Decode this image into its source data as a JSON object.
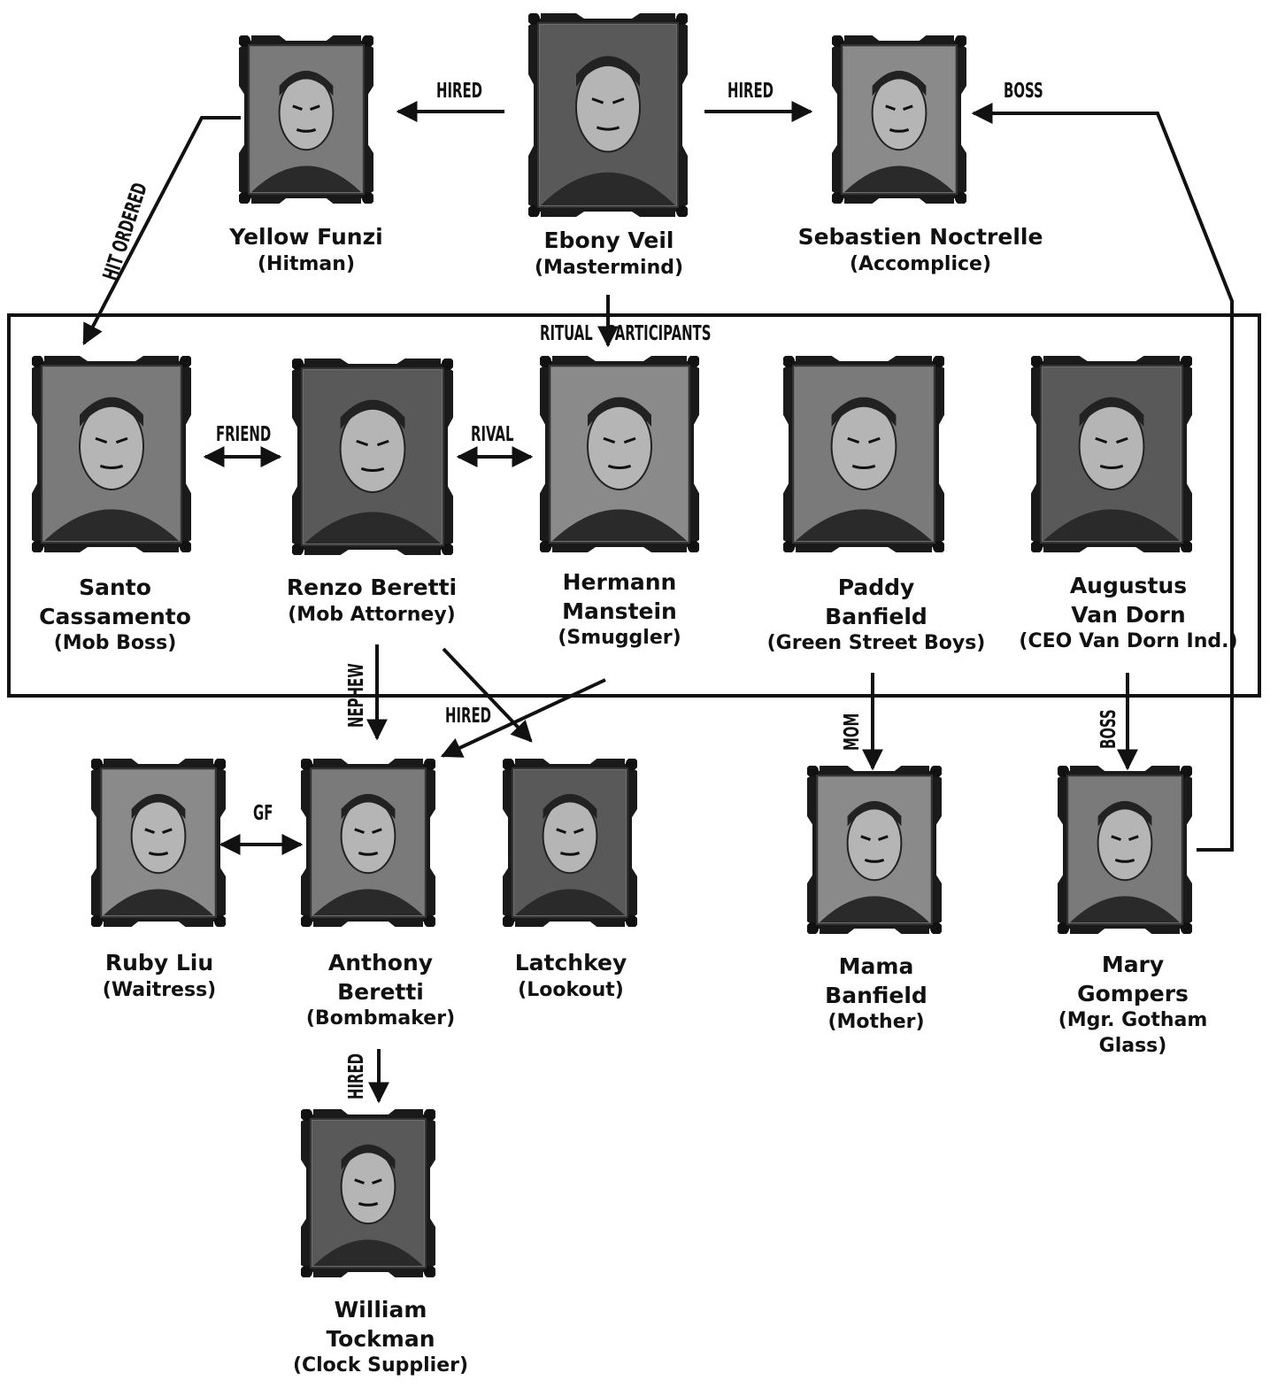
{
  "group_label": "RITUAL   PARTICIPANTS",
  "people": [
    {
      "id": "yellow",
      "name": "Yellow  Funzi",
      "role": "(Hitman)"
    },
    {
      "id": "ebony",
      "name": "Ebony Veil",
      "role": "(Mastermind)"
    },
    {
      "id": "sebastien",
      "name": "Sebastien Noctrelle",
      "role": "(Accomplice)"
    },
    {
      "id": "santo",
      "name": "Santo\nCassamento",
      "role": "(Mob Boss)"
    },
    {
      "id": "renzo",
      "name": "Renzo Beretti",
      "role": "(Mob Attorney)"
    },
    {
      "id": "hermann",
      "name": "Hermann\nManstein",
      "role": "(Smuggler)"
    },
    {
      "id": "paddy",
      "name": "Paddy\nBanfield",
      "role": "(Green Street Boys)"
    },
    {
      "id": "augustus",
      "name": "Augustus\nVan Dorn",
      "role": "(CEO Van Dorn Ind.)"
    },
    {
      "id": "ruby",
      "name": "Ruby Liu",
      "role": "(Waitress)"
    },
    {
      "id": "anthony",
      "name": "Anthony\nBeretti",
      "role": "(Bombmaker)"
    },
    {
      "id": "latchkey",
      "name": "Latchkey",
      "role": "(Lookout)"
    },
    {
      "id": "mama",
      "name": "Mama\nBanfield",
      "role": "(Mother)"
    },
    {
      "id": "mary",
      "name": "Mary\nGompers",
      "role": "(Mgr. Gotham\nGlass)"
    },
    {
      "id": "william",
      "name": "William\nTockman",
      "role": "(Clock Supplier)"
    }
  ],
  "relations": [
    {
      "id": "r1",
      "label": "HIRED"
    },
    {
      "id": "r2",
      "label": "HIRED"
    },
    {
      "id": "r3",
      "label": "BOSS"
    },
    {
      "id": "r4",
      "label": "HIT ORDERED"
    },
    {
      "id": "r5",
      "label": "FRIEND"
    },
    {
      "id": "r6",
      "label": "RIVAL"
    },
    {
      "id": "r7",
      "label": "NEPHEW"
    },
    {
      "id": "r8",
      "label": "HIRED"
    },
    {
      "id": "r9",
      "label": "GF"
    },
    {
      "id": "r10",
      "label": "MOM"
    },
    {
      "id": "r11",
      "label": "BOSS"
    },
    {
      "id": "r12",
      "label": "HIRED"
    }
  ]
}
